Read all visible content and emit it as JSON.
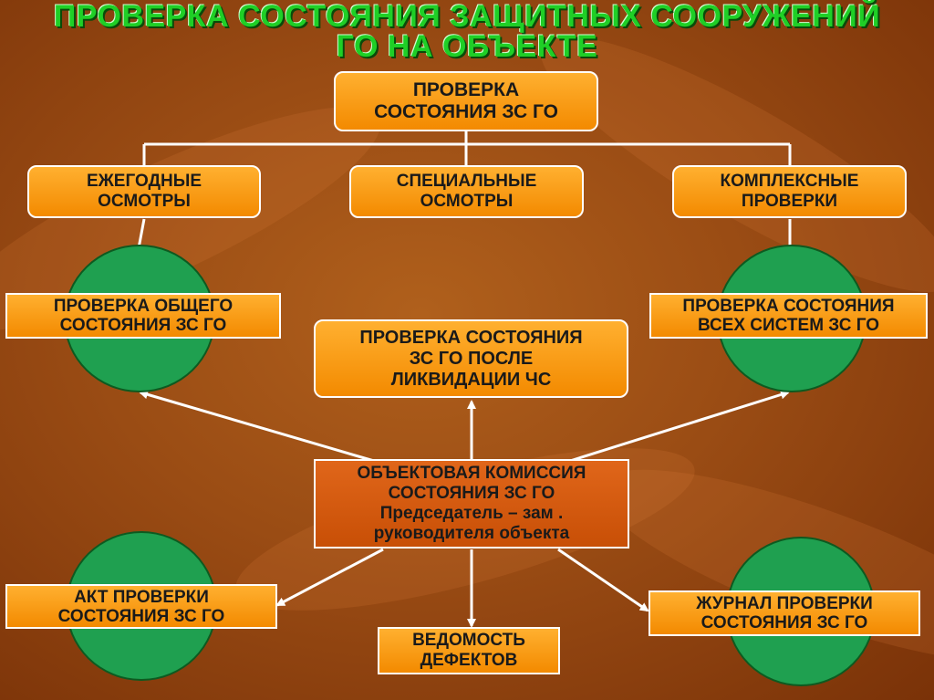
{
  "title": {
    "line1": "ПРОВЕРКА СОСТОЯНИЯ ЗАЩИТНЫХ СООРУЖЕНИЙ",
    "line2": "ГО НА ОБЪЕКТЕ"
  },
  "colors": {
    "title_green": "#1fcf26",
    "box_orange": "#f38a00",
    "commission_fill": "#d15a0a",
    "circle_green": "#1fa050",
    "background_brown": "#9a4c14"
  },
  "nodes": {
    "root": {
      "line1": "ПРОВЕРКА",
      "line2": "СОСТОЯНИЯ ЗС ГО"
    },
    "annual": {
      "line1": "ЕЖЕГОДНЫЕ",
      "line2": "ОСМОТРЫ"
    },
    "special": {
      "line1": "СПЕЦИАЛЬНЫЕ",
      "line2": "ОСМОТРЫ"
    },
    "complex": {
      "line1": "КОМПЛЕКСНЫЕ",
      "line2": "ПРОВЕРКИ"
    },
    "general_check": {
      "line1": "ПРОВЕРКА ОБЩЕГО",
      "line2": "СОСТОЯНИЯ ЗС ГО"
    },
    "after_emergency": {
      "line1": "ПРОВЕРКА СОСТОЯНИЯ",
      "line2": "ЗС ГО ПОСЛЕ",
      "line3": "ЛИКВИДАЦИИ ЧС"
    },
    "all_systems": {
      "line1": "ПРОВЕРКА СОСТОЯНИЯ",
      "line2": "ВСЕХ СИСТЕМ  ЗС ГО"
    },
    "commission": {
      "line1": "ОБЪЕКТОВАЯ КОМИССИЯ",
      "line2": "СОСТОЯНИЯ ЗС ГО",
      "line3": "Председатель – зам .",
      "line4": "руководителя объекта"
    },
    "act": {
      "line1": "АКТ ПРОВЕРКИ",
      "line2": "СОСТОЯНИЯ ЗС ГО"
    },
    "defects": {
      "line1": "ВЕДОМОСТЬ",
      "line2": "ДЕФЕКТОВ"
    },
    "journal": {
      "line1": "ЖУРНАЛ ПРОВЕРКИ",
      "line2": "СОСТОЯНИЯ ЗС ГО"
    }
  }
}
